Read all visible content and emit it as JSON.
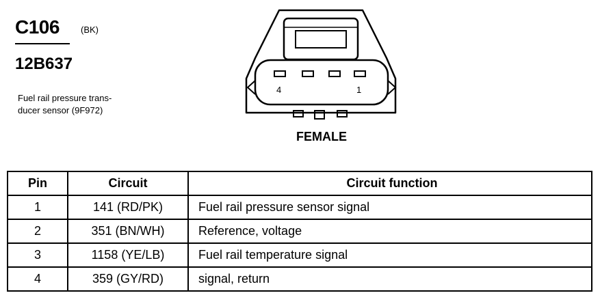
{
  "connector": {
    "id": "C106",
    "color": "(BK)",
    "part_number": "12B637",
    "description": "Fuel rail pressure trans-\nducer sensor (9F972)",
    "pin_label_left": "4",
    "pin_label_right": "1",
    "gender": "FEMALE"
  },
  "table": {
    "headers": {
      "pin": "Pin",
      "circuit": "Circuit",
      "function": "Circuit function"
    },
    "rows": [
      {
        "pin": "1",
        "circuit": "141 (RD/PK)",
        "function": "Fuel rail pressure sensor signal"
      },
      {
        "pin": "2",
        "circuit": "351 (BN/WH)",
        "function": "Reference, voltage"
      },
      {
        "pin": "3",
        "circuit": "1158 (YE/LB)",
        "function": "Fuel rail temperature signal"
      },
      {
        "pin": "4",
        "circuit": "359 (GY/RD)",
        "function": "signal, return"
      }
    ]
  }
}
